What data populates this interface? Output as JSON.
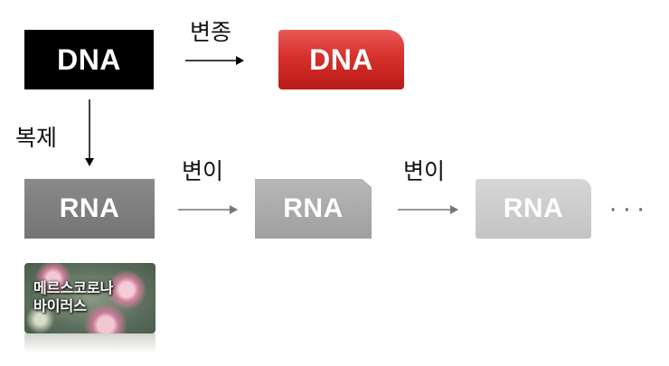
{
  "diagram": {
    "dna_original": "DNA",
    "dna_mutated": "DNA",
    "rna_1": "RNA",
    "rna_2": "RNA",
    "rna_3": "RNA",
    "label_mutation": "변종",
    "label_replication": "복제",
    "label_variation_1": "변이",
    "label_variation_2": "변이",
    "ellipsis": "···",
    "virus_caption_line1": "메르스코로나",
    "virus_caption_line2": "바이러스"
  },
  "colors": {
    "dna_original": "#000000",
    "dna_mutated": "#d8302c",
    "rna_1": "#7f7f7f",
    "rna_2": "#a9a9a9",
    "rna_3": "#cdcdcd"
  }
}
